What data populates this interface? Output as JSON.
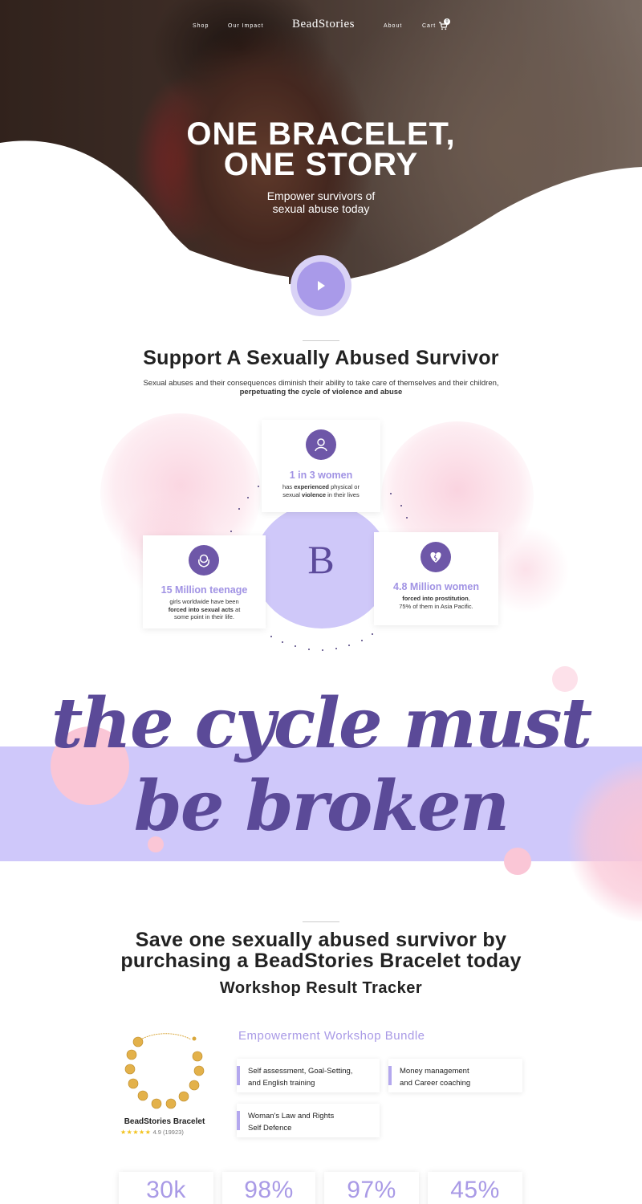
{
  "nav": {
    "shop": "Shop",
    "our_impact": "Our Impact",
    "brand": "BeadStories",
    "about": "About",
    "cart": "Cart",
    "cart_count": "0"
  },
  "hero": {
    "title_line1": "ONE BRACELET,",
    "title_line2": "ONE STORY",
    "subtitle_line1": "Empower survivors of",
    "subtitle_line2": "sexual abuse today"
  },
  "support": {
    "heading": "Support A Sexually Abused Survivor",
    "text_plain": "Sexual abuses and their consequences diminish their ability to take care of themselves and their children,",
    "text_bold": "perpetuating the cycle of violence and abuse",
    "center_logo": "B"
  },
  "stats": [
    {
      "head": "1 in 3 women",
      "l1a": "has ",
      "l1b": "experienced",
      "l1c": " physical or",
      "l2a": "sexual ",
      "l2b": "violence",
      "l2c": " in their lives"
    },
    {
      "head": "15 Million teenage",
      "l1": "girls worldwide have been",
      "l2b": "forced into sexual acts",
      "l2c": " at",
      "l3": "some point in their life."
    },
    {
      "head": "4.8 Million women",
      "l1b": "forced into prostitution",
      "l1c": ",",
      "l2": "75% of them in Asia Pacific."
    }
  ],
  "banner": {
    "line1": "the cycle must",
    "line2": "be broken"
  },
  "save": {
    "heading_line1": "Save one sexually abused survivor by",
    "heading_line2": "purchasing a BeadStories Bracelet today",
    "tracker": "Workshop Result Tracker"
  },
  "product": {
    "name": "BeadStories Bracelet",
    "stars": "★★★★★",
    "rating": "4.9 (19923)"
  },
  "bundle": {
    "title": "Empowerment Workshop Bundle",
    "features": [
      {
        "l1": "Self assessment, Goal-Setting,",
        "l2": "and English training"
      },
      {
        "l1": "Money management",
        "l2": "and Career coaching"
      },
      {
        "l1": "Woman's Law and Rights",
        "l2": "Self Defence"
      }
    ]
  },
  "metrics": [
    "30k",
    "98%",
    "97%",
    "45%"
  ],
  "colors": {
    "accent": "#a99ae6",
    "deep_purple": "#5b4a98",
    "lavender": "#cfc8fa",
    "pink": "#f9c9d8"
  }
}
